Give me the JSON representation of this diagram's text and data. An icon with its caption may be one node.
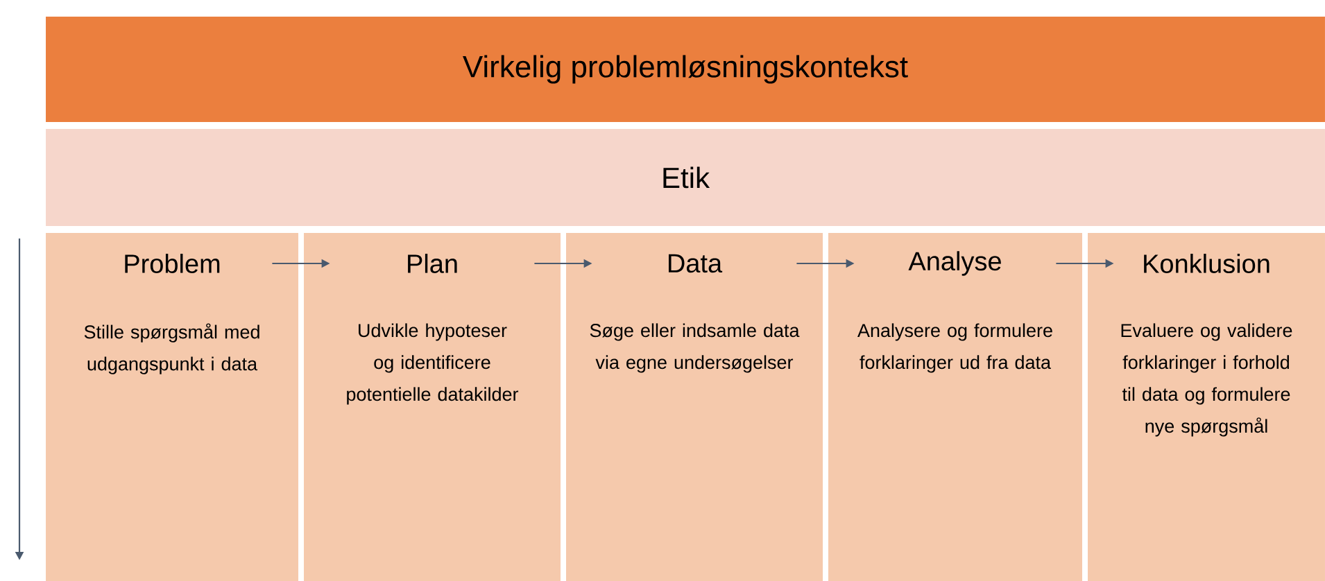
{
  "diagram": {
    "nodes": [
      {
        "text": [
          "Virkelig problemløsningskontekst"
        ]
      },
      {
        "text": [
          "Etik"
        ]
      },
      {
        "text": [
          "Problem",
          "Stille spørgsmål med udgangspunkt i data"
        ]
      },
      {
        "text": [
          "Plan",
          "Udvikle hypoteser og identificere potentielle datakilder"
        ]
      },
      {
        "text": [
          "Data",
          "Søge eller indsamle data via egne undersøgelser"
        ]
      },
      {
        "text": [
          "Analyse",
          "Analysere og formulere forklaringer ud fra data"
        ]
      },
      {
        "text": [
          "Konklusion",
          "Evaluere og validere forklaringer i forhold til data og formulere nye spørgsmål"
        ]
      }
    ],
    "edges": [
      {
        "from": 2,
        "to": 3,
        "arrow": "to"
      },
      {
        "from": 3,
        "to": 4,
        "arrow": "to"
      },
      {
        "from": 4,
        "to": 5,
        "arrow": "to"
      },
      {
        "from": 5,
        "to": 6,
        "arrow": "to"
      }
    ]
  }
}
